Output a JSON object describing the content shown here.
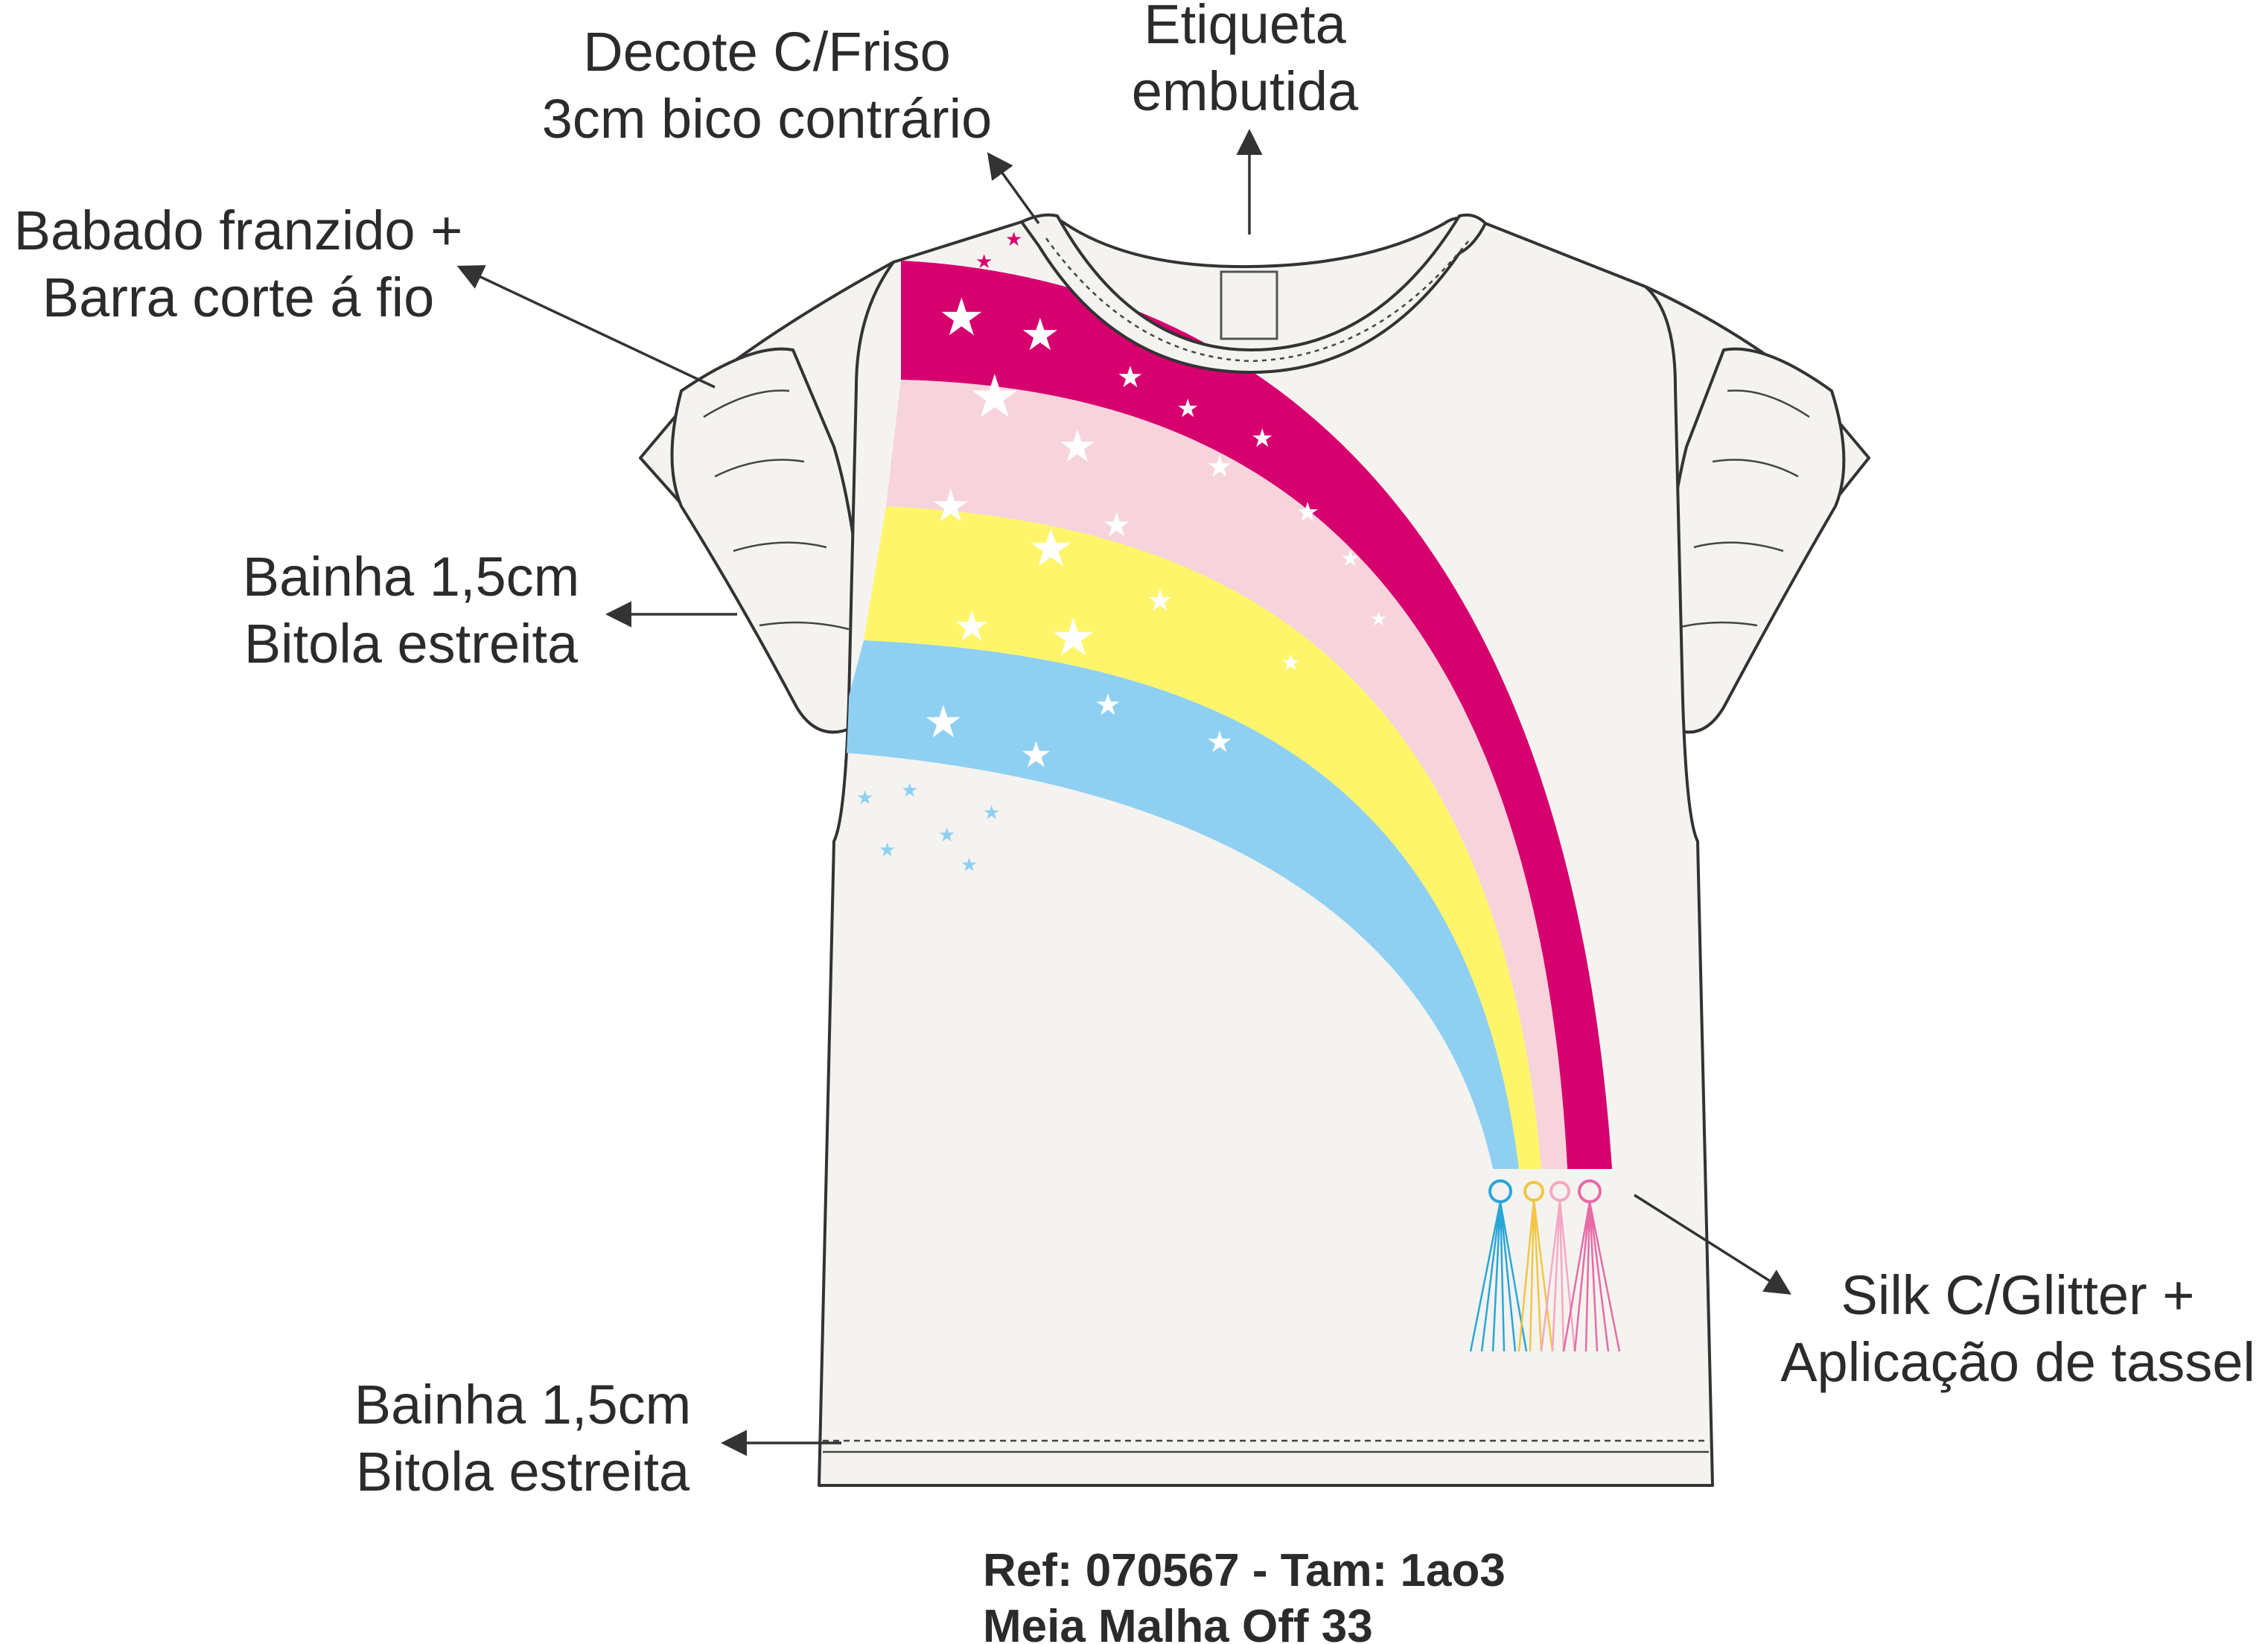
{
  "labels": {
    "neckline": [
      "Decote C/Friso",
      "3cm bico contrário"
    ],
    "tag": [
      "Etiqueta",
      "embutida"
    ],
    "ruffle": [
      "Babado franzido +",
      "Barra corte á fio"
    ],
    "sleeve_hem": [
      "Bainha 1,5cm",
      "Bitola estreita"
    ],
    "bottom_hem": [
      "Bainha 1,5cm",
      "Bitola estreita"
    ],
    "print": [
      "Silk C/Glitter +",
      "Aplicação de tassel"
    ]
  },
  "reference": {
    "line1": "Ref: 070567 - Tam: 1ao3",
    "line2": "Meia Malha Off 33"
  },
  "colors": {
    "fabric": "#f4f3f0",
    "magenta": "#d6006f",
    "pink": "#f7d3dc",
    "yellow": "#fff56b",
    "blue": "#8fd0f2",
    "text": "#2b2b2b"
  }
}
